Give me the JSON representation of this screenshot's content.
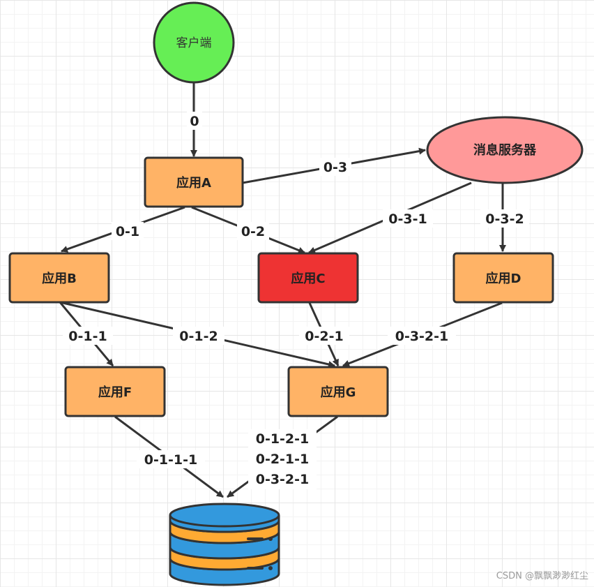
{
  "nodes": {
    "client": {
      "label": "客户端",
      "color": "#66ee55",
      "stroke": "#333333"
    },
    "app_a": {
      "label": "应用A",
      "color": "#ffb366",
      "stroke": "#333333"
    },
    "message_server": {
      "label": "消息服务器",
      "color": "#ff9999",
      "stroke": "#333333"
    },
    "app_b": {
      "label": "应用B",
      "color": "#ffb366",
      "stroke": "#333333"
    },
    "app_c": {
      "label": "应用C",
      "color": "#ee3333",
      "stroke": "#333333"
    },
    "app_d": {
      "label": "应用D",
      "color": "#ffb366",
      "stroke": "#333333"
    },
    "app_f": {
      "label": "应用F",
      "color": "#ffb366",
      "stroke": "#333333"
    },
    "app_g": {
      "label": "应用G",
      "color": "#ffb366",
      "stroke": "#333333"
    },
    "database": {
      "colors": {
        "blue": "#3399dd",
        "orange": "#ffaa33"
      },
      "icon": "database-icon"
    }
  },
  "edges": {
    "client_to_a": "0",
    "a_to_message": "0-3",
    "a_to_b": "0-1",
    "a_to_c": "0-2",
    "message_to_c": "0-3-1",
    "message_to_d": "0-3-2",
    "b_to_f": "0-1-1",
    "b_to_g": "0-1-2",
    "c_to_g": "0-2-1",
    "d_to_g": "0-3-2-1",
    "f_to_db": "0-1-1-1",
    "g_to_db": [
      "0-1-2-1",
      "0-2-1-1",
      "0-3-2-1"
    ]
  },
  "watermark": "CSDN @飘飘渺渺红尘"
}
